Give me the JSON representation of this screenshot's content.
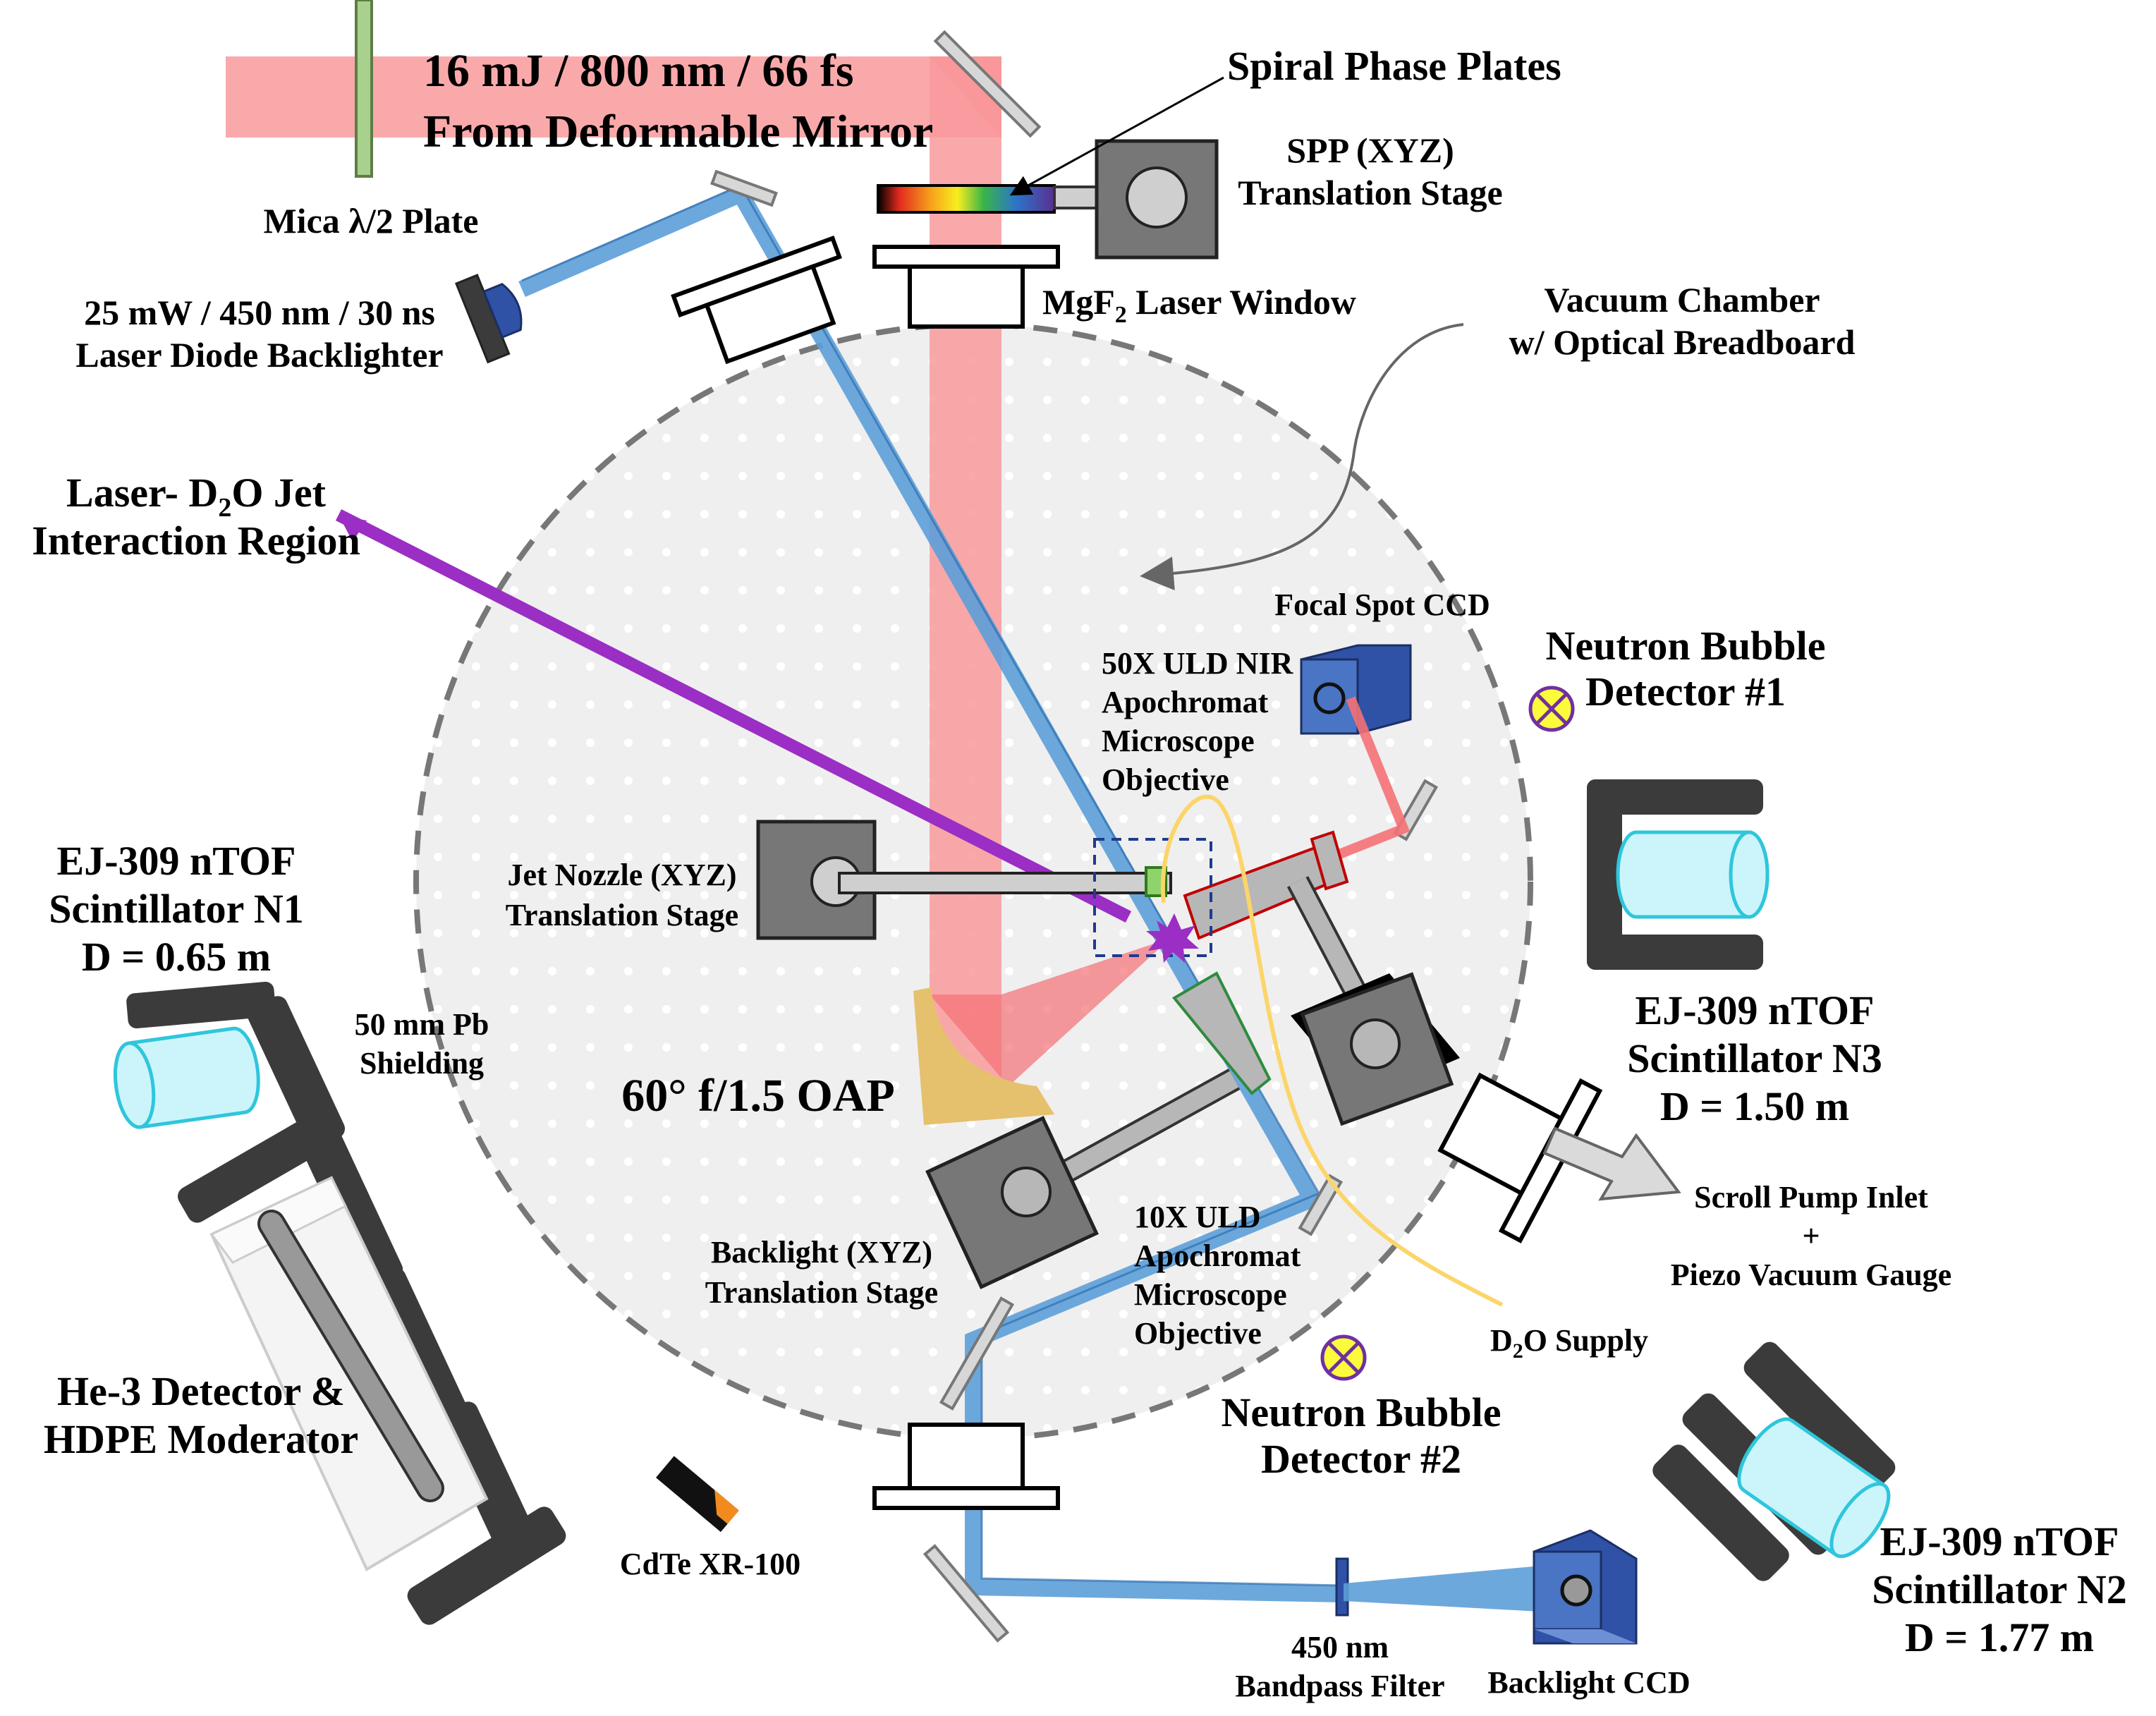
{
  "labels": {
    "laser_source_line1": "16 mJ / 800 nm / 66 fs",
    "laser_source_line2": "From Deformable Mirror",
    "spiral_phase_plates": "Spiral Phase Plates",
    "spp_stage_line1": "SPP (XYZ)",
    "spp_stage_line2": "Translation Stage",
    "mica_plate": "Mica λ/2 Plate",
    "laser_window_prefix": "MgF",
    "laser_window_sub": "2",
    "laser_window_suffix": " Laser Window",
    "vacuum_chamber_line1": "Vacuum Chamber",
    "vacuum_chamber_line2": "w/ Optical Breadboard",
    "diode_line1": "25 mW / 450 nm / 30 ns",
    "diode_line2": "Laser Diode Backlighter",
    "interaction_line1_prefix": "Laser- D",
    "interaction_line1_sub": "2",
    "interaction_line1_suffix": "O Jet",
    "interaction_line2": "Interaction Region",
    "focal_ccd": "Focal Spot CCD",
    "objective50_line1": "50X ULD NIR",
    "objective50_line2": "Apochromat",
    "objective50_line3": "Microscope",
    "objective50_line4": "Objective",
    "bubble1_line1": "Neutron Bubble",
    "bubble1_line2": "Detector #1",
    "n1_line1": "EJ-309 nTOF",
    "n1_line2": "Scintillator N1",
    "n1_line3": "D = 0.65 m",
    "jet_stage_line1": "Jet Nozzle (XYZ)",
    "jet_stage_line2": "Translation Stage",
    "pb_line1": "50 mm Pb",
    "pb_line2": "Shielding",
    "oap": "60° f/1.5 OAP",
    "n3_line1": "EJ-309 nTOF",
    "n3_line2": "Scintillator N3",
    "n3_line3": "D = 1.50 m",
    "pump_line1": "Scroll Pump Inlet",
    "pump_line2": "+",
    "pump_line3": "Piezo Vacuum Gauge",
    "backlight_stage_line1": "Backlight (XYZ)",
    "backlight_stage_line2": "Translation Stage",
    "objective10_line1": "10X ULD",
    "objective10_line2": "Apochromat",
    "objective10_line3": "Microscope",
    "objective10_line4": "Objective",
    "d2o_prefix": "D",
    "d2o_sub": "2",
    "d2o_suffix": "O Supply",
    "he3_line1": "He-3 Detector &",
    "he3_line2": "HDPE Moderator",
    "bubble2_line1": "Neutron Bubble",
    "bubble2_line2": "Detector #2",
    "cdte": "CdTe XR-100",
    "n2_line1": "EJ-309 nTOF",
    "n2_line2": "Scintillator N2",
    "n2_line3": "D = 1.77 m",
    "bandpass_line1": "450 nm",
    "bandpass_line2": "Bandpass Filter",
    "backlight_ccd": "Backlight CCD"
  },
  "colors": {
    "main_beam": "#f99a9c",
    "main_beam_focus": "#f47176",
    "blue_beam": "#5c9fd8",
    "interaction_arrow": "#9b2ec4",
    "chamber_fill": "#efefef",
    "chamber_border": "#777777",
    "stage_gray": "#777777",
    "shield_dark": "#3b3b3b",
    "scintillator_cyan": "#ccf5fb",
    "scintillator_edge": "#2fc6dc",
    "oap_gold": "#e5c06d",
    "ccd_blue": "#4a74c4",
    "bubble_yellow": "#fbfb3c",
    "d2o_line": "#fcd56a",
    "mica_green": "#a9d18e"
  }
}
